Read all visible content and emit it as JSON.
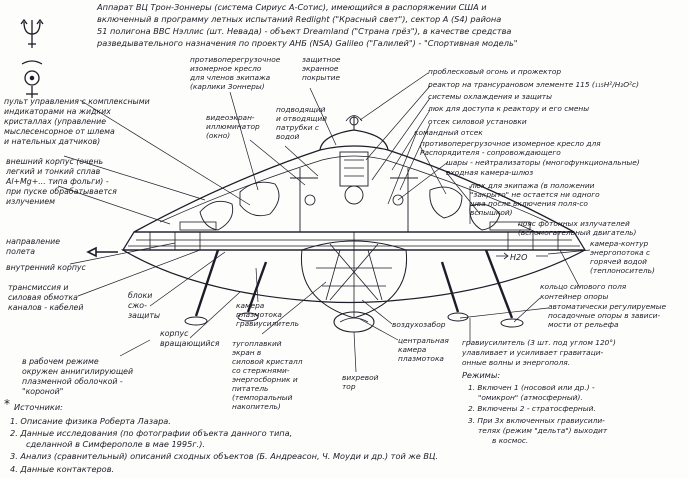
{
  "header": {
    "lines": [
      "Аппарат ВЦ Трон-Зоннеры (система Сириус А-Сотис), имеющийся в распоряжении США и",
      "включенный в программу летных испытаний Redlight (\"Красный свет\"), сектор А (S4) района",
      "51 полигона ВВС Нэллис (шт. Невада) - объект Dreamland (\"Страна грёз\"), в качестве средства",
      "разведывательного назначения по проекту АНБ (NSA) Galileo (\"Галилей\") - \"Спортивная модель\""
    ]
  },
  "callouts": {
    "left": [
      [
        "пульт управления с комплексными",
        "индикаторами на жидких",
        "кристаллах (управление",
        "мыслесенсорное от шлема",
        "и нательных датчиков)"
      ],
      [
        "внешний корпус (очень",
        "легкий и тонкий сплав",
        "Al+Mg+... типа фольги) -",
        "при пуске обрабатывается",
        "излучением"
      ],
      [
        "направление",
        "полета"
      ],
      [
        "внутренний корпус"
      ],
      [
        "трансмиссия и",
        "силовая обмотка",
        "каналов - кабелей"
      ],
      [
        "блоки",
        "сжо-",
        "защиты"
      ],
      [
        "корпус",
        "вращающийся"
      ],
      [
        "в рабочем режиме",
        "окружен аннигилирующей",
        "плазменной оболочкой -",
        "\"короной\""
      ]
    ],
    "top": [
      [
        "противоперегрузочное",
        "изомерное кресло",
        "для членов экипажа",
        "(карлики Зоннеры)"
      ],
      [
        "защитное",
        "экранное",
        "покрытие"
      ],
      [
        "видеоэкран-",
        "иллюминатор",
        "(окно)"
      ],
      [
        "подводящий",
        "и отводящий",
        "патрубки с",
        "водой"
      ]
    ],
    "right": [
      [
        "проблесковый огонь и прожектор"
      ],
      [
        "реактор на трансурановом элементе  115 (₁₁₅H²/H₂O²c)"
      ],
      [
        "системы охлаждения и защиты"
      ],
      [
        "люк для доступа к реактору и его смены"
      ],
      [
        "отсек силовой установки"
      ],
      [
        "командный отсек"
      ],
      [
        "противоперегрузочное изомерное кресло для",
        "Распорядителя - сопровождающего"
      ],
      [
        "шары - нейтрализаторы (многофункциональные)"
      ],
      [
        "входная камера-шлюз"
      ],
      [
        "люк для экипажа (в положении",
        "\"закрыто\" не остается ни одного",
        "шва после включения поля-со",
        "вспышкой)"
      ],
      [
        "пояс фотонных излучателей",
        "(вспомогательный двигатель)"
      ],
      [
        "камера-контур",
        "энергопотока с",
        "горячей водой",
        "(теплоноситель)"
      ],
      [
        "кольцо силового поля"
      ],
      [
        "контейнер опоры"
      ],
      [
        "автоматически регулируемые",
        "посадочные опоры в зависи-",
        "мости от рельефа"
      ]
    ],
    "bottom": [
      [
        "камера",
        "плазмотока",
        "гравиусилитель"
      ],
      [
        "тугоплавкий",
        "экран в",
        "силовой кристалл",
        "со стержнями-",
        "энергосборник и",
        "питатель",
        "(темпоральный",
        "накопитель)"
      ],
      [
        "воздухозабор"
      ],
      [
        "центральная",
        "камера",
        "плазмотока"
      ],
      [
        "вихревой",
        "тор"
      ],
      [
        "гравиусилитель (3 шт. под углом 120°)",
        "улавливает и усиливает гравитаци-",
        "онные волны и энергополя."
      ]
    ]
  },
  "modes": {
    "heading": "Режимы:",
    "items": [
      "1. Включен 1 (носовой или др.) -",
      "\"омикрон\" (атмосферный).",
      "2. Включены 2 - стратосферный.",
      "3. При 3х включенных гравиусили-",
      "телях (режим \"дельта\") выходит",
      "в космос."
    ]
  },
  "sources": {
    "heading": "Источники:",
    "items": [
      "1. Описание физика Роберта Лазара.",
      "2. Данные исследования (по фотографии объекта данного типа,",
      "сделанной в Симферополе в мае 1995г.).",
      "3. Анализ (сравнительный) описаний сходных объектов (Б. Андреасон, Ч. Моуди и др.) той же ВЦ.",
      "4. Данные контактеров."
    ]
  },
  "drawing_labels": {
    "h2o": "H2O"
  }
}
